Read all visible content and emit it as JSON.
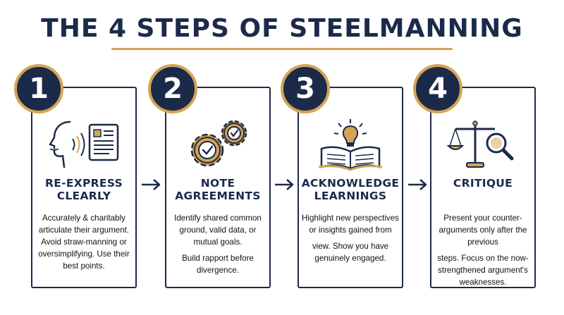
{
  "title": "THE 4 STEPS OF STEELMANNING",
  "colors": {
    "navy": "#1c2a4a",
    "gold": "#d4a456"
  },
  "steps": [
    {
      "number": "1",
      "title": "RE-EXPRESS\nCLEARLY",
      "icon": "speaking-head-document-icon",
      "body": [
        "Accurately & charitably articulate their argument. Avoid straw-manning or oversimplifying. Use their best points."
      ]
    },
    {
      "number": "2",
      "title": "NOTE\nAGREEMENTS",
      "icon": "gears-checkmark-icon",
      "body": [
        "Identify shared common ground, valid data, or mutual goals.",
        "Build rapport before divergence."
      ]
    },
    {
      "number": "3",
      "title": "ACKNOWLEDGE\nLEARNINGS",
      "icon": "book-lightbulb-icon",
      "body": [
        "Highlight new perspectives or insights gained from",
        "view. Show you have genuinely engaged."
      ]
    },
    {
      "number": "4",
      "title": "CRITIQUE",
      "icon": "scale-magnifier-icon",
      "body": [
        "Present your counter-arguments only after the previous",
        "steps. Focus on the now-strengthened argument's weaknesses."
      ]
    }
  ]
}
